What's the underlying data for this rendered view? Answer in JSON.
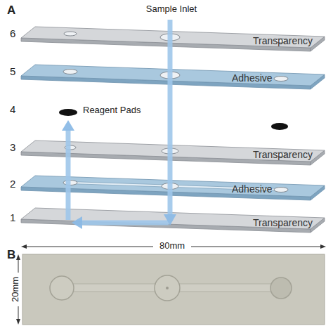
{
  "diagram": {
    "nodes": [
      {
        "text": [
          "Transparency"
        ]
      },
      {
        "text": [
          "Adhesive"
        ]
      },
      {
        "text": [
          "Transparency"
        ]
      },
      {
        "text": [
          "Adhesive"
        ]
      },
      {
        "text": [
          "Transparency"
        ]
      }
    ],
    "labels": [
      "A",
      "6",
      "5",
      "4",
      "3",
      "2",
      "1",
      "Sample Inlet",
      "Reagent Pads",
      "B",
      "80mm",
      "20mm"
    ]
  }
}
